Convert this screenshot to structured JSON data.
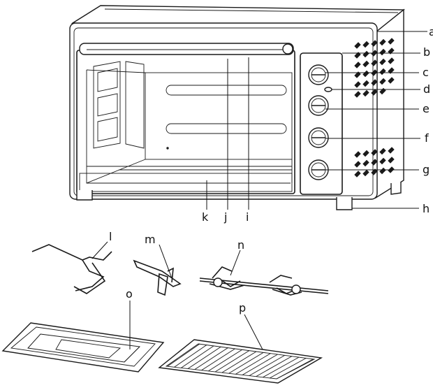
{
  "labels": {
    "a": "a",
    "b": "b",
    "c": "c",
    "d": "d",
    "e": "e",
    "f": "f",
    "g": "g",
    "h": "h",
    "i": "i",
    "j": "j",
    "k": "k",
    "l": "l",
    "m": "m",
    "n": "n",
    "o": "o",
    "p": "p"
  }
}
